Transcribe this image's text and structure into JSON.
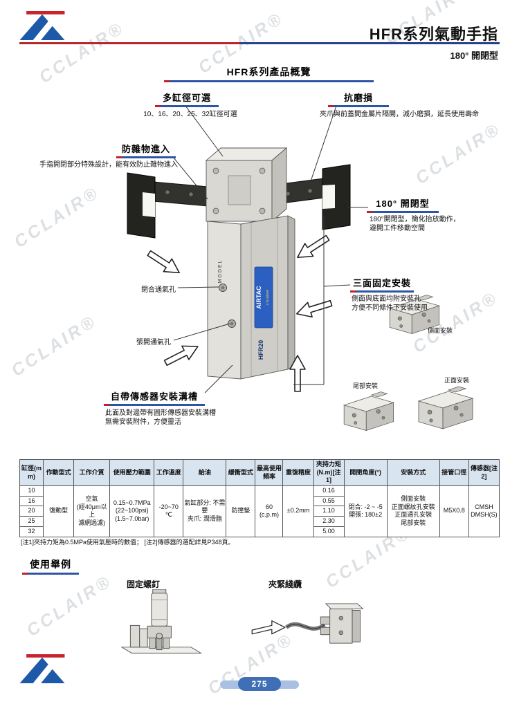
{
  "watermark": {
    "text": "CCLAIR®"
  },
  "header": {
    "title": "HFR系列氣動手指",
    "subtitle": "180°  開閉型"
  },
  "overview": {
    "section_title": "HFR系列產品概覽",
    "callout_bore": {
      "title": "多缸徑可選",
      "desc": "10、16、20、25、32缸徑可選"
    },
    "callout_wear": {
      "title": "抗磨損",
      "desc": "夾爪與前蓋間金屬片隔開，減小磨損，延長使用壽命"
    },
    "callout_debris": {
      "title": "防雜物進入",
      "desc": "手指開閉部分特殊設計，能有效防止雜物進入"
    },
    "callout_open": {
      "title": "180° 開閉型",
      "desc_line1": "180°開閉型，簡化抬放動作，",
      "desc_line2": "避開工件移動空間"
    },
    "label_port_close": "閉合通氣孔",
    "label_port_open": "張開通氣孔",
    "callout_mount": {
      "title": "三面固定安裝",
      "desc_line1": "側面與底面均附安裝孔",
      "desc_line2": "方便不同條件下安裝使用",
      "label_side": "側面安裝",
      "label_rear": "尾部安裝",
      "label_front": "正面安裝"
    },
    "callout_sensor": {
      "title": "自帶傳感器安裝溝槽",
      "desc_line1": "此面及對邊帶有圓形傳感器安裝溝槽",
      "desc_line2": "無需安裝附件，方便靈活"
    },
    "product": {
      "brand": "AIRTAC",
      "sub": "CYLINDER",
      "model": "HFR20",
      "model_label": "MODEL"
    }
  },
  "spec_table": {
    "headers": [
      "缸徑(mm)",
      "作動型式",
      "工作介質",
      "使用壓力範圍",
      "工作溫度",
      "給油",
      "緩衝型式",
      "最高使用頻率",
      "重復精度",
      "夾持力矩(N.m)[注1]",
      "開閉角度(°)",
      "安裝方式",
      "接管口徑",
      "傳感器[注2]"
    ],
    "bores": [
      "10",
      "16",
      "20",
      "25",
      "32"
    ],
    "torques": [
      "0.16",
      "0.55",
      "1.10",
      "2.30",
      "5.00"
    ],
    "action": "復動型",
    "medium_lines": [
      "空氣",
      "(經40μm以上",
      "濾網過濾)"
    ],
    "pressure_lines": [
      "0.15~0.7MPa",
      "(22~100psi)",
      "(1.5~7.0bar)"
    ],
    "temp_lines": [
      "-20~70",
      "℃"
    ],
    "oil_lines": [
      "氣缸部分: 不需要",
      "夾爪: 潤滑脂"
    ],
    "cushion": "防撞墊",
    "freq_lines": [
      "60",
      "(c.p.m)"
    ],
    "accuracy": "±0.2mm",
    "angle_lines": [
      "閉合: -2 ~ -5",
      "開張: 180±2"
    ],
    "mount_lines": [
      "側面安裝",
      "正面螺紋孔安裝",
      "正面通孔安裝",
      "尾部安裝"
    ],
    "port_size": "M5X0.8",
    "sensor_lines": [
      "CMSH",
      "DMSH(S)"
    ],
    "note": "[注1]夾持力矩為0.5MPa使用氣壓時的數值；  [注2]傳感器的選配詳見P348頁。"
  },
  "usage": {
    "section_title": "使用舉例",
    "example1": "固定螺釘",
    "example2": "夾緊綫纜"
  },
  "footer": {
    "page": "275"
  }
}
